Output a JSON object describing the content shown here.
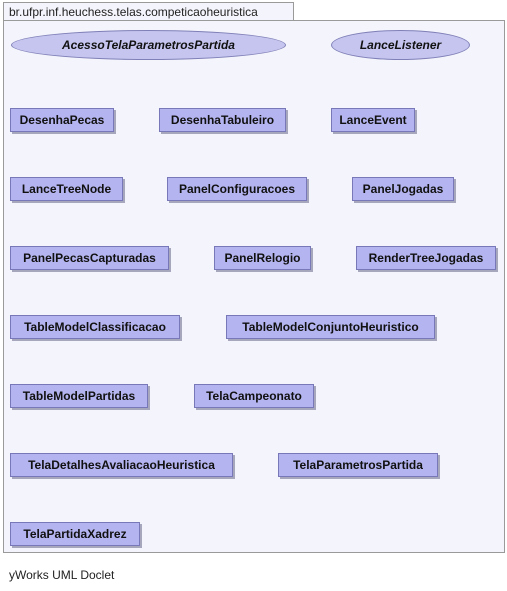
{
  "package": {
    "name": "br.ufpr.inf.heuchess.telas.competicaoheuristica"
  },
  "interfaces": [
    "AcessoTelaParametrosPartida",
    "LanceListener"
  ],
  "classes": [
    "DesenhaPecas",
    "DesenhaTabuleiro",
    "LanceEvent",
    "LanceTreeNode",
    "PanelConfiguracoes",
    "PanelJogadas",
    "PanelPecasCapturadas",
    "PanelRelogio",
    "RenderTreeJogadas",
    "TableModelClassificacao",
    "TableModelConjuntoHeuristico",
    "TableModelPartidas",
    "TelaCampeonato",
    "TelaDetalhesAvaliacaoHeuristica",
    "TelaParametrosPartida",
    "TelaPartidaXadrez"
  ],
  "footer": "yWorks UML Doclet"
}
